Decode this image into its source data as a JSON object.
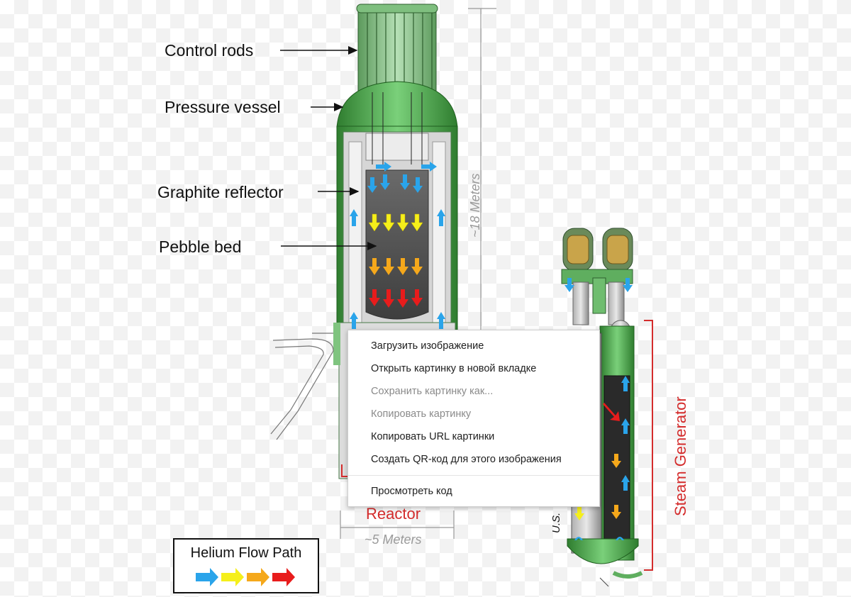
{
  "labels": {
    "control_rods": "Control rods",
    "pressure_vessel": "Pressure vessel",
    "graphite_reflector": "Graphite reflector",
    "pebble_bed": "Pebble bed",
    "height": "~18 Meters",
    "width": "~5 Meters",
    "reactor": "Reactor",
    "steam_generator": "Steam Generator",
    "us_mark": "U.S."
  },
  "legend": {
    "title": "Helium Flow Path",
    "arrows": [
      {
        "name": "blue-arrow",
        "color": "#2aa4ea"
      },
      {
        "name": "yellow-arrow",
        "color": "#f5ef1b"
      },
      {
        "name": "orange-arrow",
        "color": "#f5a81b"
      },
      {
        "name": "red-arrow",
        "color": "#e81c1c"
      }
    ]
  },
  "context_menu": {
    "items": [
      {
        "label": "Загрузить изображение",
        "enabled": true
      },
      {
        "label": "Открыть картинку в новой вкладке",
        "enabled": true
      },
      {
        "label": "Сохранить картинку как...",
        "enabled": false
      },
      {
        "label": "Копировать картинку",
        "enabled": false
      },
      {
        "label": "Копировать URL картинки",
        "enabled": true
      },
      {
        "label": "Создать QR-код для этого изображения",
        "enabled": true
      }
    ],
    "footer_item": {
      "label": "Просмотреть код",
      "enabled": true
    }
  },
  "colors": {
    "vessel_green": "#3c9a3c",
    "core_gray": "#555555",
    "accent_red": "#d42c2c"
  }
}
